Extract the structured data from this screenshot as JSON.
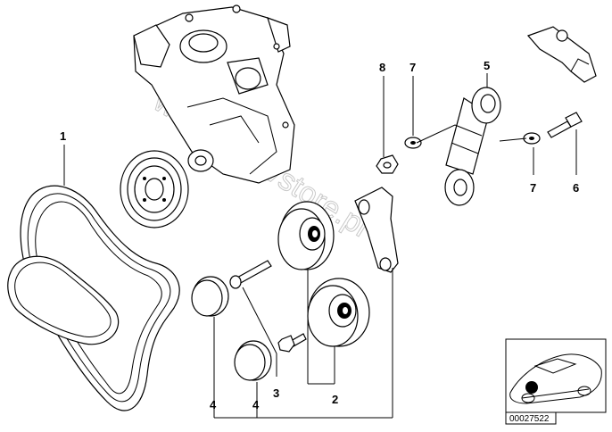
{
  "callouts": {
    "belt": "1",
    "pulley": "2",
    "bolt_short": "3",
    "cap_left": "4",
    "cap_right": "4",
    "tensioner": "5",
    "bolt_right": "6",
    "washer_top": "7",
    "washer_right": "7",
    "nut": "8"
  },
  "watermark": "www.BMWstore.pl",
  "document_number": "00027522"
}
